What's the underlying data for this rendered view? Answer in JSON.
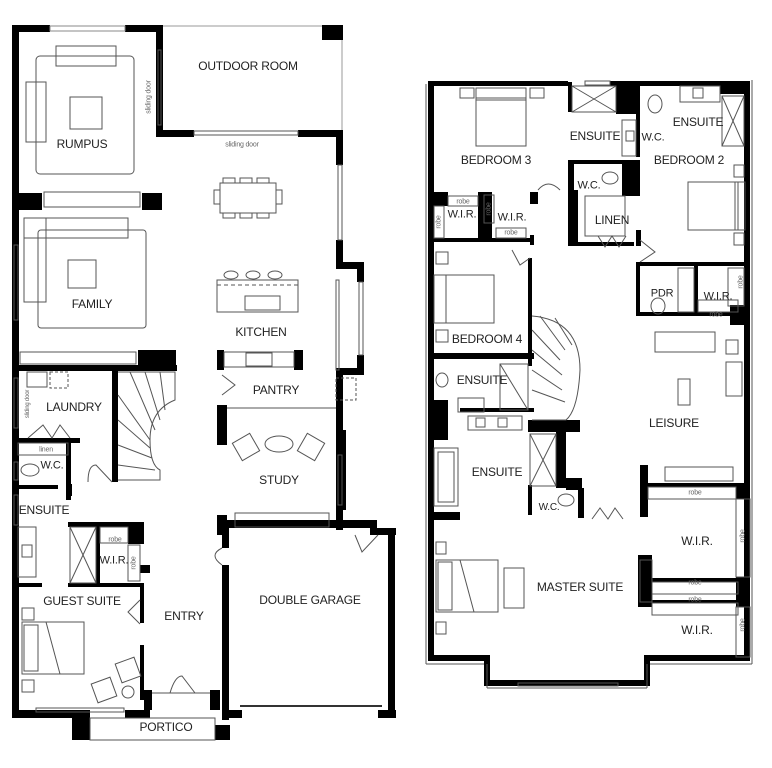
{
  "ground_floor": {
    "rooms": {
      "outdoor_room": "OUTDOOR ROOM",
      "rumpus": "RUMPUS",
      "family": "FAMILY",
      "kitchen": "KITCHEN",
      "pantry": "PANTRY",
      "laundry": "LAUNDRY",
      "wc": "W.C.",
      "ensuite": "ENSUITE",
      "study": "STUDY",
      "wir": "W.I.R.",
      "guest_suite": "GUEST SUITE",
      "entry": "ENTRY",
      "double_garage": "DOUBLE GARAGE",
      "portico": "PORTICO"
    },
    "notes": {
      "sliding_door_vertical": "sliding door",
      "sliding_door_horizontal": "sliding door",
      "laundry_sliding_door": "sliding door",
      "linen": "linen",
      "robe_top": "robe",
      "robe_side": "robe"
    }
  },
  "first_floor": {
    "rooms": {
      "bedroom3": "BEDROOM 3",
      "ensuite_b3": "ENSUITE",
      "wc_top": "W.C.",
      "ensuite_b2": "ENSUITE",
      "bedroom2": "BEDROOM 2",
      "wc_mid": "W.C.",
      "wir_left": "W.I.R.",
      "wir_mid": "W.I.R.",
      "linen": "LINEN",
      "bedroom4": "BEDROOM 4",
      "pdr": "PDR",
      "wir_b2": "W.I.R.",
      "ensuite_b4": "ENSUITE",
      "leisure": "LEISURE",
      "ensuite_master": "ENSUITE",
      "wc_master": "W.C.",
      "wir_master_top": "W.I.R.",
      "master_suite": "MASTER SUITE",
      "wir_master_bottom": "W.I.R."
    },
    "notes": {
      "robe": "robe"
    }
  }
}
